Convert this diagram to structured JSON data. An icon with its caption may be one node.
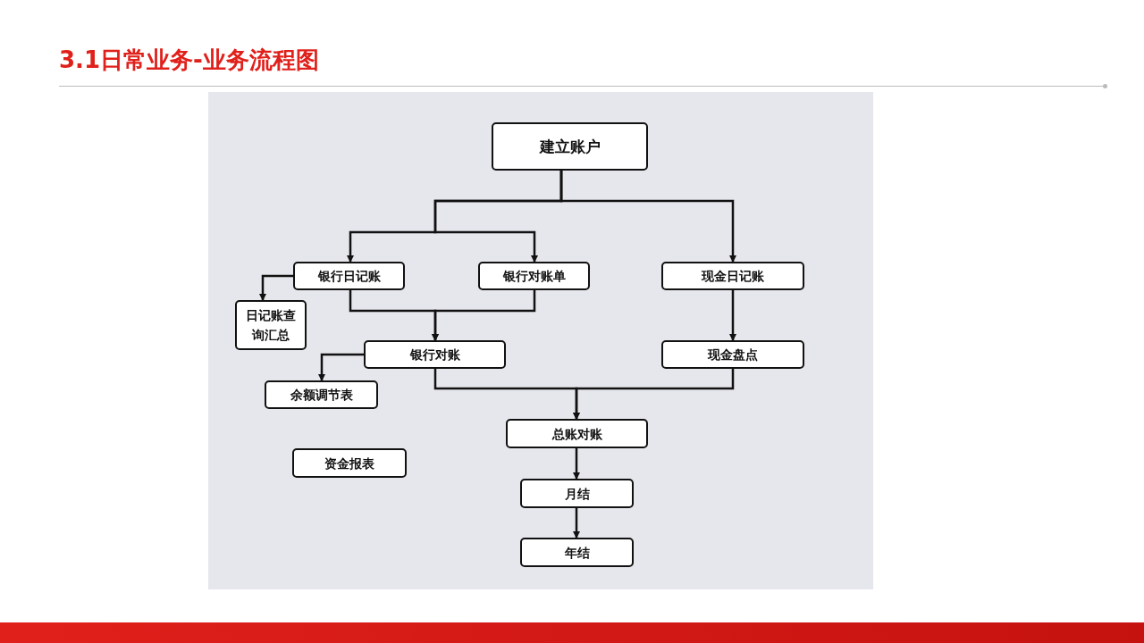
{
  "diagram": {
    "title": "3.1日常业务-业务流程图",
    "nodes": [
      {
        "text": [
          "建立账户"
        ]
      },
      {
        "text": [
          "银行日记账"
        ]
      },
      {
        "text": [
          "银行对账单"
        ]
      },
      {
        "text": [
          "现金日记账"
        ]
      },
      {
        "text": [
          "日记账查询汇总"
        ]
      },
      {
        "text": [
          "银行对账"
        ]
      },
      {
        "text": [
          "现金盘点"
        ]
      },
      {
        "text": [
          "余额调节表"
        ]
      },
      {
        "text": [
          "总账对账"
        ]
      },
      {
        "text": [
          "资金报表"
        ]
      },
      {
        "text": [
          "月结"
        ]
      },
      {
        "text": [
          "年结"
        ]
      }
    ],
    "edges": [
      {
        "from": 0,
        "to": 1,
        "arrow": "to"
      },
      {
        "from": 0,
        "to": 2,
        "arrow": "to"
      },
      {
        "from": 0,
        "to": 3,
        "arrow": "to"
      },
      {
        "from": 1,
        "to": 4,
        "arrow": "to"
      },
      {
        "from": 1,
        "to": 5,
        "arrow": "to"
      },
      {
        "from": 2,
        "to": 5,
        "arrow": "to"
      },
      {
        "from": 3,
        "to": 6,
        "arrow": "to"
      },
      {
        "from": 5,
        "to": 7,
        "arrow": "to"
      },
      {
        "from": 5,
        "to": 8,
        "arrow": "to"
      },
      {
        "from": 6,
        "to": 8,
        "arrow": "to"
      },
      {
        "from": 8,
        "to": 10,
        "arrow": "to"
      },
      {
        "from": 10,
        "to": 11,
        "arrow": "to"
      }
    ]
  }
}
